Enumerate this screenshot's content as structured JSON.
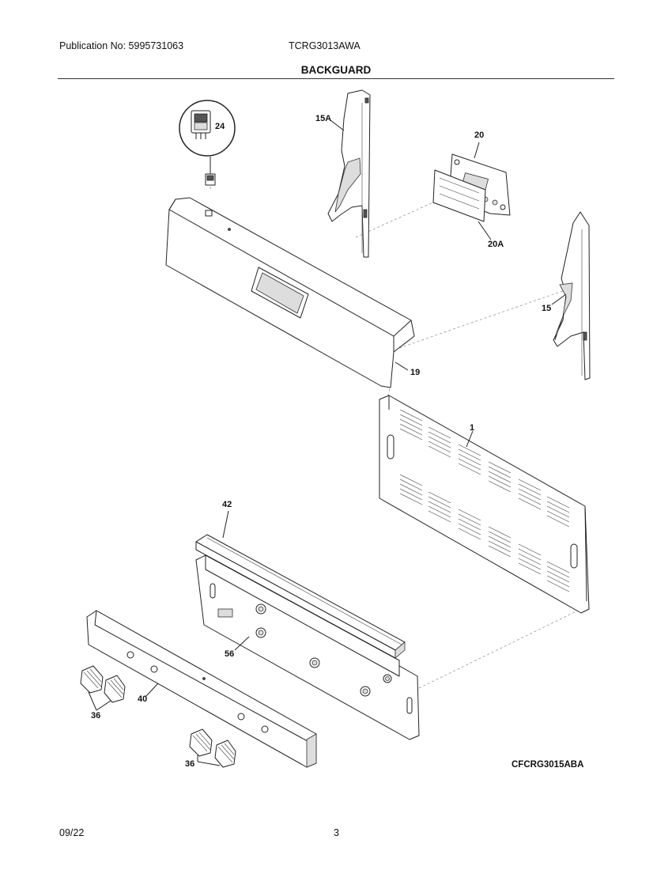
{
  "header": {
    "publication": "Publication No: 5995731063",
    "model": "TCRG3013AWA",
    "title": "BACKGUARD"
  },
  "footer": {
    "date": "09/22",
    "page": "3"
  },
  "diagram": {
    "code": "CFCRG3015ABA",
    "callouts": {
      "p24": "24",
      "p15a": "15A",
      "p20": "20",
      "p20a": "20A",
      "p15": "15",
      "p19": "19",
      "p1": "1",
      "p42": "42",
      "p56": "56",
      "p40": "40",
      "p36a": "36",
      "p36b": "36"
    }
  }
}
